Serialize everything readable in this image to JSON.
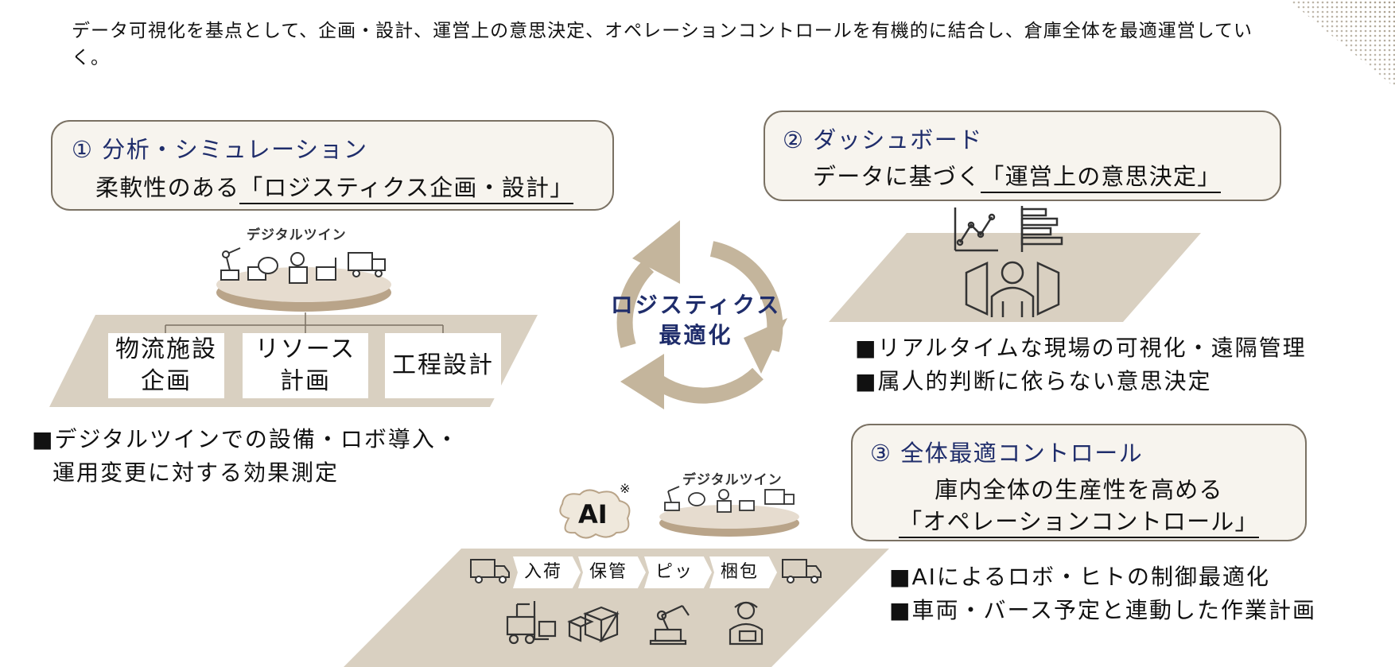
{
  "intro_text": "データ可視化を基点として、企画・設計、運営上の意思決定、オペレーションコントロールを有機的に結合し、倉庫全体を最適運営していく。",
  "panel1": {
    "title": "① 分析・シミュレーション",
    "sub_prefix": "柔軟性のある",
    "sub_highlight": "「ロジスティクス企画・設計」"
  },
  "panel2": {
    "title": "② ダッシュボード",
    "sub_prefix": "データに基づく",
    "sub_highlight": "「運営上の意思決定」"
  },
  "panel3": {
    "title": "③ 全体最適コントロール",
    "line1": "庫内全体の生産性を高める",
    "line2": "「オペレーションコントロール」"
  },
  "digital_twin_label": "デジタルツイン",
  "boxes": [
    {
      "line1": "物流施設",
      "line2": "企画"
    },
    {
      "line1": "リソース",
      "line2": "計画"
    },
    {
      "line1": "工程設計",
      "line2": ""
    }
  ],
  "left_bullets": {
    "line1": "■デジタルツインでの設備・ロボ導入・",
    "line2": "運用変更に対する効果測定"
  },
  "right_bullets": [
    "■リアルタイムな現場の可視化・遠隔管理",
    "■属人的判断に依らない意思決定"
  ],
  "bottom_bullets": [
    "■AIによるロボ・ヒトの制御最適化",
    "■車両・バース予定と連動した作業計画"
  ],
  "cycle": {
    "line1": "ロジスティクス",
    "line2": "最適化"
  },
  "ai": {
    "label": "AI",
    "note_mark": "※"
  },
  "steps": [
    "入荷",
    "保管",
    "ピック",
    "梱包"
  ],
  "colors": {
    "accent_text": "#1f2d6b",
    "beige": "#d9d0c1",
    "arrow": "#c4b59c",
    "panel_bg": "#f7f4ee",
    "panel_border": "#7a7163"
  }
}
